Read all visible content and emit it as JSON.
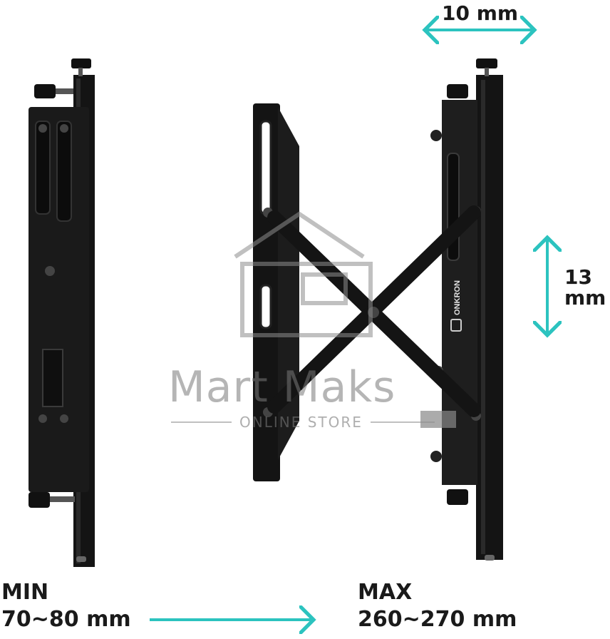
{
  "labels": {
    "top_dimension": "10 mm",
    "side_dimension_value": "13",
    "side_dimension_unit": "mm",
    "min_title": "MIN",
    "min_range": "70~80 mm",
    "max_title": "MAX",
    "max_range": "260~270 mm"
  },
  "watermark": {
    "title": "Mart Maks",
    "subtitle": "ONLINE STORE"
  },
  "brand_text": "ONKRON",
  "colors": {
    "accent_arrow": "#2cc3bf",
    "metal": "#141414",
    "text": "#1a1a1a"
  }
}
